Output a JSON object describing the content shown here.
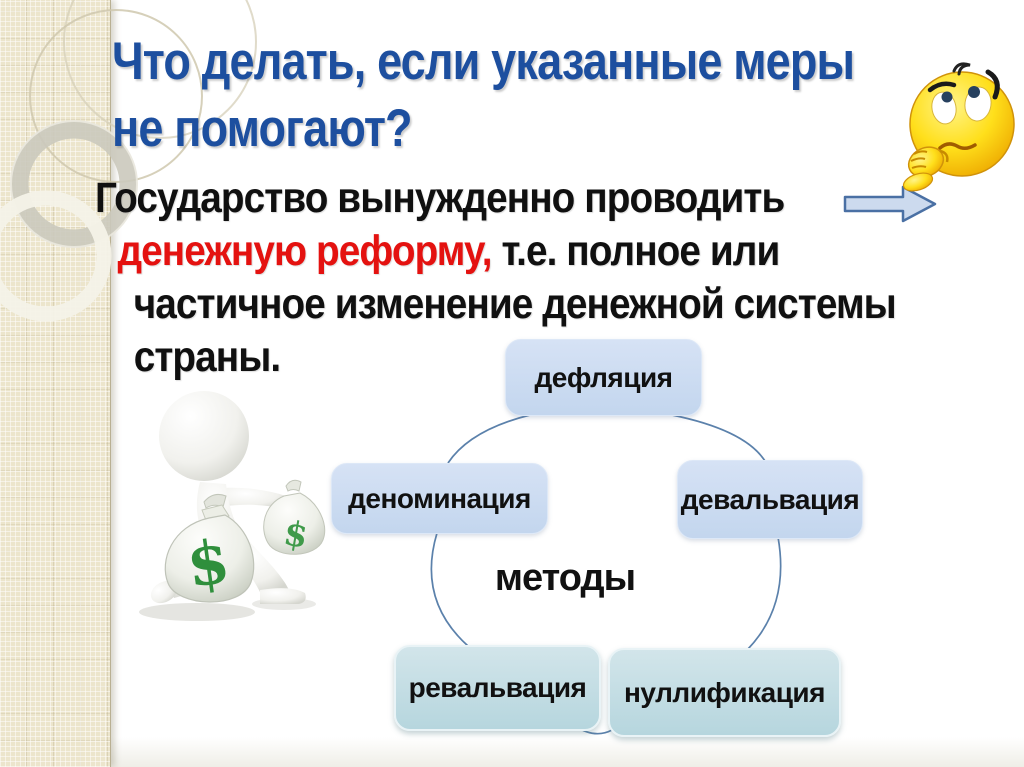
{
  "title": {
    "line1": "Что делать, если указанные меры",
    "line2": "не помогают?"
  },
  "body": {
    "line1": "Государство вынужденно проводить",
    "line2_highlight": "денежную реформу,",
    "line2_rest": " т.е. полное или",
    "line3": "частичное изменение денежной системы",
    "line4": "страны."
  },
  "diagram": {
    "center_label": "методы",
    "nodes": [
      {
        "id": "deflation",
        "label": "дефляция"
      },
      {
        "id": "denomination",
        "label": "деноминация"
      },
      {
        "id": "devaluation",
        "label": "девальвация"
      },
      {
        "id": "revaluation",
        "label": "ревальвация"
      },
      {
        "id": "nullification",
        "label": "нуллификация"
      }
    ]
  },
  "graphics": {
    "money_bag_symbol_large": "$",
    "money_bag_symbol_small": "$"
  },
  "colors": {
    "title_blue": "#1d4f9f",
    "highlight_red": "#e41210",
    "node_blue": "#c3d6ee",
    "node_teal": "#b6d6de",
    "sidebar_beige": "#ece5cc",
    "connector_blue": "#5b81ab",
    "arrow_fill": "#ccdaee",
    "arrow_border": "#4a70a4"
  }
}
